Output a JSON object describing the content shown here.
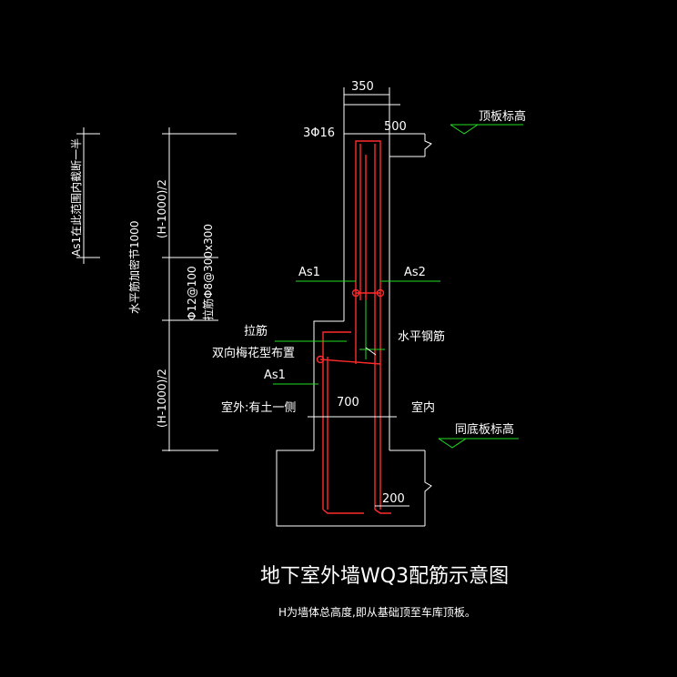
{
  "drawing": {
    "title": "地下室外墙WQ3配筋示意图",
    "note": "H为墙体总高度,即从基础顶至车库顶板。",
    "top_level_label": "顶板标高",
    "bottom_level_label": "同底板标高",
    "dim_top_width": "350",
    "dim_top_slab": "500",
    "top_bars": "3Φ16",
    "as1_upper": "As1",
    "as2": "As2",
    "as1_lower": "As1",
    "tie_bar": "拉筋",
    "tie_layout": "双向梅花型布置",
    "horizontal_bar": "水平钢筋",
    "outside_label": "室外:有土一侧",
    "inside_label": "室内",
    "dim_wall_base": "700",
    "dim_bottom": "200",
    "vert_upper_half": "(H-1000)/2",
    "vert_lower_half": "(H-1000)/2",
    "vert_spec_1": "Φ12@100",
    "vert_spec_2": "拉筋Φ8@300x300",
    "vert_haunch_note": "水平筋加密节1000",
    "vert_as1_note": "As1在此范围内截断一半"
  },
  "colors": {
    "background": "#000000",
    "lines": "#ffffff",
    "rebar": "#ff2a2a",
    "leaders": "#22dd22"
  }
}
